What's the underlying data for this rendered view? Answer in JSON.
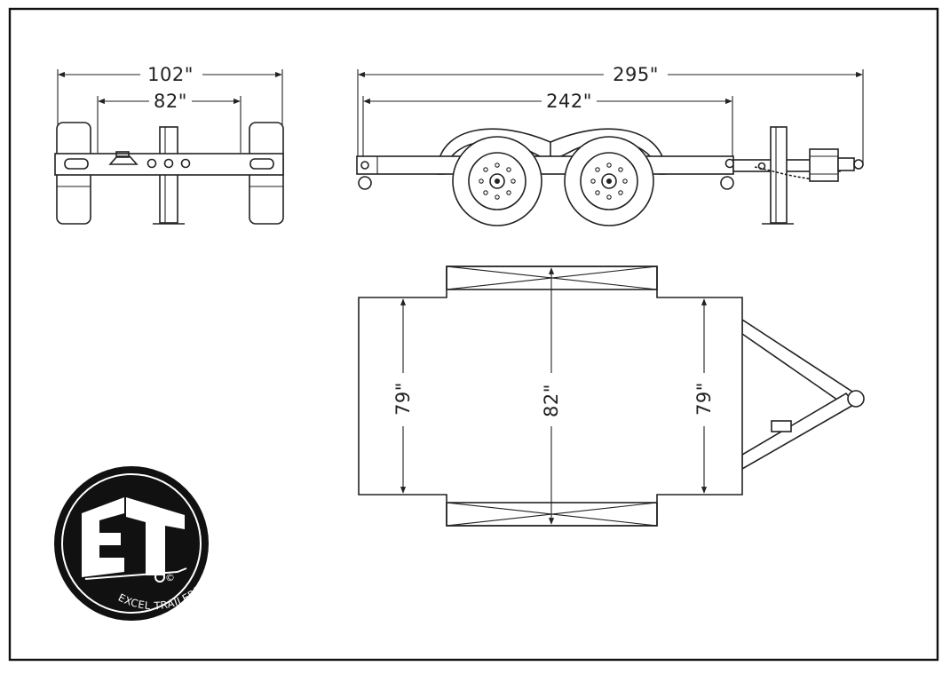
{
  "drawing": {
    "front_view": {
      "overall_width": "102\"",
      "inner_width": "82\""
    },
    "side_view": {
      "overall_length": "295\"",
      "deck_length": "242\""
    },
    "top_view": {
      "left_width": "79\"",
      "center_width": "82\"",
      "right_width": "79\""
    }
  },
  "logo": {
    "monogram": "ET",
    "brand": "EXCEL TRAILERS",
    "mark": "©"
  },
  "colors": {
    "line": "#222222",
    "border": "#111111",
    "background": "#ffffff"
  }
}
